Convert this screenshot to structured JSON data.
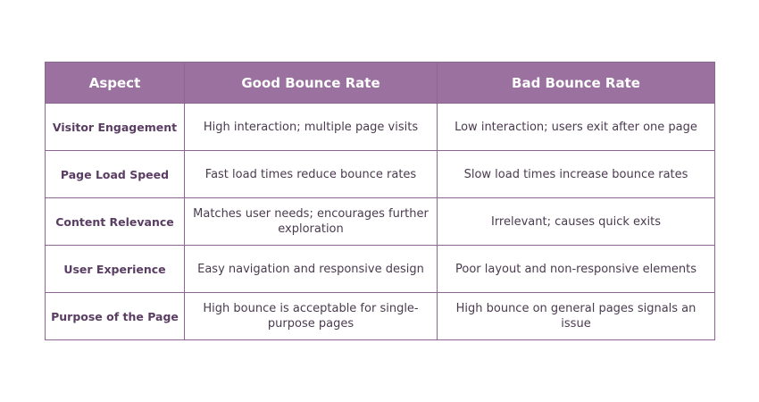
{
  "table": {
    "headers": [
      "Aspect",
      "Good Bounce Rate",
      "Bad Bounce Rate"
    ],
    "rows": [
      {
        "aspect": "Visitor Engagement",
        "good": "High interaction; multiple page visits",
        "bad": "Low interaction; users exit after one page"
      },
      {
        "aspect": "Page Load Speed",
        "good": "Fast load times reduce bounce rates",
        "bad": "Slow load times increase bounce rates"
      },
      {
        "aspect": "Content Relevance",
        "good": "Matches user needs; encourages further exploration",
        "bad": "Irrelevant; causes quick exits"
      },
      {
        "aspect": "User Experience",
        "good": "Easy navigation and responsive design",
        "bad": "Poor layout and non-responsive elements"
      },
      {
        "aspect": "Purpose of the Page",
        "good": "High bounce is acceptable for single-purpose pages",
        "bad": "High bounce on general pages signals an issue"
      }
    ]
  },
  "colors": {
    "header_bg": "#9b729f",
    "border": "#8c6592",
    "aspect_text": "#5a3d63"
  }
}
